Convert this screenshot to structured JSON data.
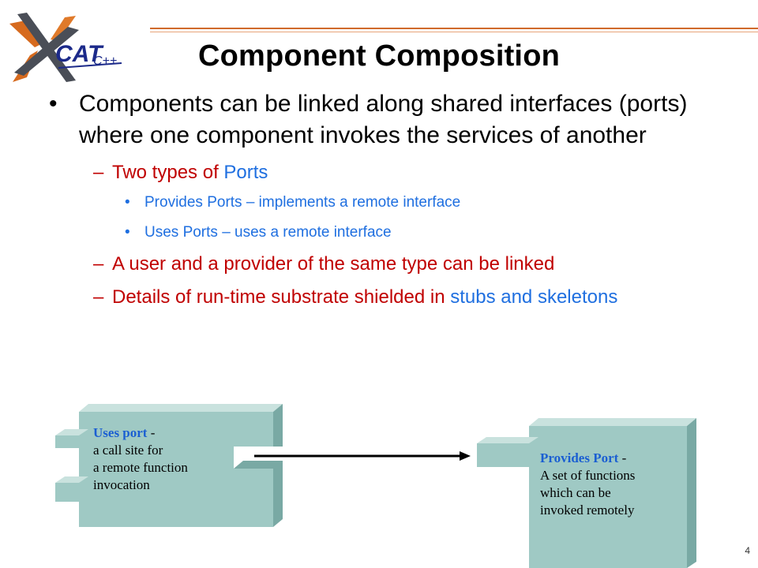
{
  "logo": {
    "text_main": "CAT",
    "text_sub": "C++"
  },
  "title": "Component Composition",
  "bullets": {
    "main": "Components can be linked along shared interfaces (ports) where one component invokes the services of another",
    "two_types_red": "Two types of ",
    "two_types_blue": "Ports",
    "provides": "Provides Ports – implements a remote interface",
    "uses": "Uses Ports – uses a remote interface",
    "linked": "A user and a provider of the same type can be linked",
    "details_red": "Details of run-time substrate shielded in ",
    "details_blue": "stubs and skeletons"
  },
  "diagram": {
    "uses_head": "Uses port",
    "uses_dash": " -",
    "uses_line1": "a call site for",
    "uses_line2": "a remote function",
    "uses_line3": "invocation",
    "provides_head": "Provides Port",
    "provides_dash": " -",
    "provides_line1": "A set of functions",
    "provides_line2": "which can be",
    "provides_line3": "invoked remotely"
  },
  "page_number": "4",
  "colors": {
    "title": "#000000",
    "sub_bullet_red": "#c00000",
    "link_blue": "#1f6fe0",
    "box_face": "#9fc9c4",
    "box_top": "#c9e2de",
    "box_side": "#79a9a4",
    "rule": "#d06a2b"
  }
}
